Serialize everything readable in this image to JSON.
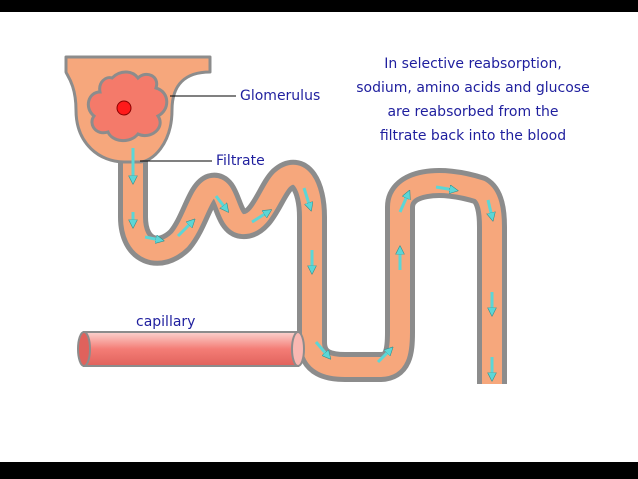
{
  "labels": {
    "glomerulus": "Glomerulus",
    "filtrate": "Filtrate",
    "capillary": "capillary"
  },
  "description": {
    "lines": [
      "In selective reabsorption,",
      "sodium, amino acids and glucose",
      "are reabsorbed from the",
      "filtrate back into the blood"
    ]
  },
  "colors": {
    "tubule_fill": "#f6a77c",
    "tubule_outline": "#8c8c8c",
    "glomerulus_fill": "#ff5a50",
    "capillary_fill": "#f47d76",
    "arrow": "#5cd6d6",
    "text": "#1f1f9e"
  }
}
